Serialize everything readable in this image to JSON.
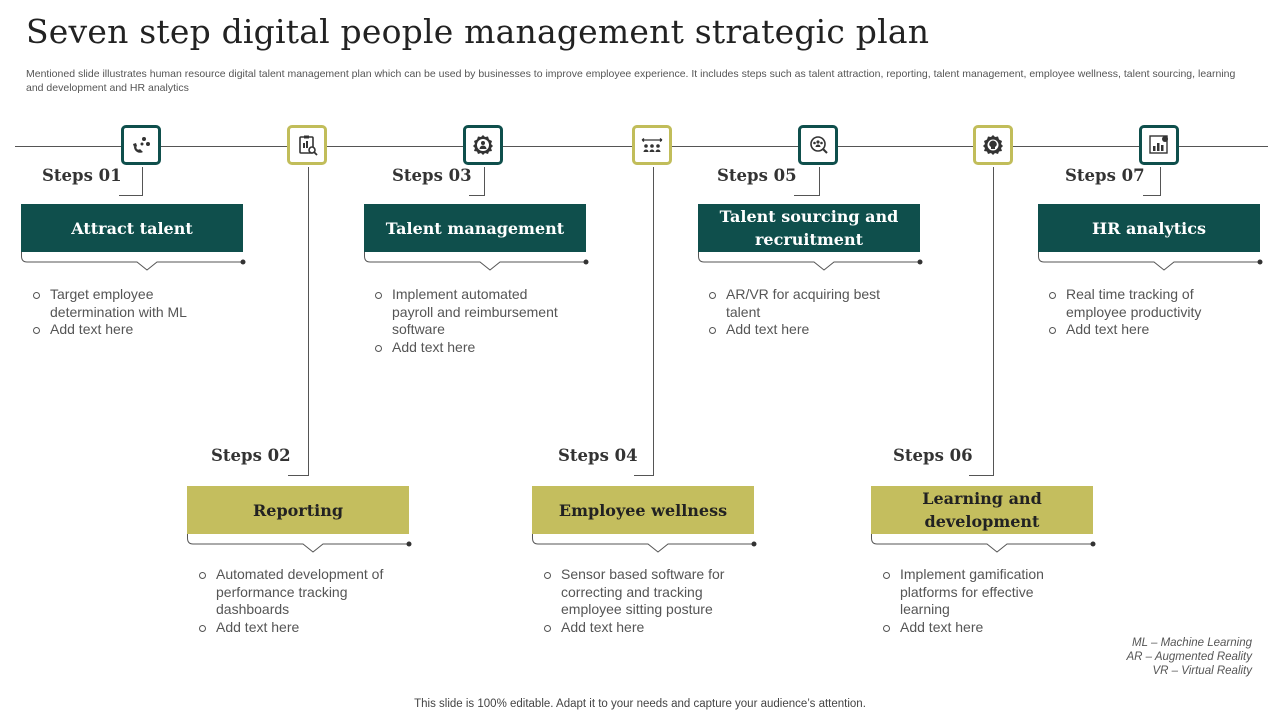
{
  "title": "Seven step digital people management strategic plan",
  "subtitle": "Mentioned slide illustrates human resource digital talent management plan which can be used by  businesses to improve employee experience. It includes steps such as talent attraction, reporting, talent management, employee wellness, talent sourcing, learning and development and HR analytics",
  "colors": {
    "teal": "#0f4f4c",
    "olive": "#c4be5e",
    "line": "#555555"
  },
  "steps": [
    {
      "label": "Steps 01",
      "title": "Attract talent",
      "icon": "magnet-icon",
      "color": "teal",
      "bullets": [
        "Target employee determination with ML",
        "Add text here"
      ]
    },
    {
      "label": "Steps 02",
      "title": "Reporting",
      "icon": "report-clipboard-icon",
      "color": "olive",
      "bullets": [
        "Automated development of performance tracking dashboards",
        "Add text here"
      ]
    },
    {
      "label": "Steps 03",
      "title": "Talent management",
      "icon": "gear-person-icon",
      "color": "teal",
      "bullets": [
        "Implement automated payroll and reimbursement software",
        "Add text here"
      ]
    },
    {
      "label": "Steps 04",
      "title": "Employee wellness",
      "icon": "team-arrows-icon",
      "color": "olive",
      "bullets": [
        "Sensor based software for correcting and tracking employee sitting posture",
        "Add text here"
      ]
    },
    {
      "label": "Steps 05",
      "title": "Talent sourcing and recruitment",
      "icon": "search-people-icon",
      "color": "teal",
      "bullets": [
        "AR/VR for acquiring best talent",
        "Add text here"
      ]
    },
    {
      "label": "Steps 06",
      "title": "Learning and development",
      "icon": "brain-gear-icon",
      "color": "olive",
      "bullets": [
        "Implement gamification platforms for effective learning",
        "Add text here"
      ]
    },
    {
      "label": "Steps 07",
      "title": "HR analytics",
      "icon": "analytics-chart-icon",
      "color": "teal",
      "bullets": [
        "Real time tracking of employee productivity",
        "Add text here"
      ]
    }
  ],
  "abbreviations": [
    "ML – Machine Learning",
    "AR – Augmented Reality",
    "VR – Virtual Reality"
  ],
  "footer": "This slide is 100% editable. Adapt it to your needs and capture your audience’s attention."
}
